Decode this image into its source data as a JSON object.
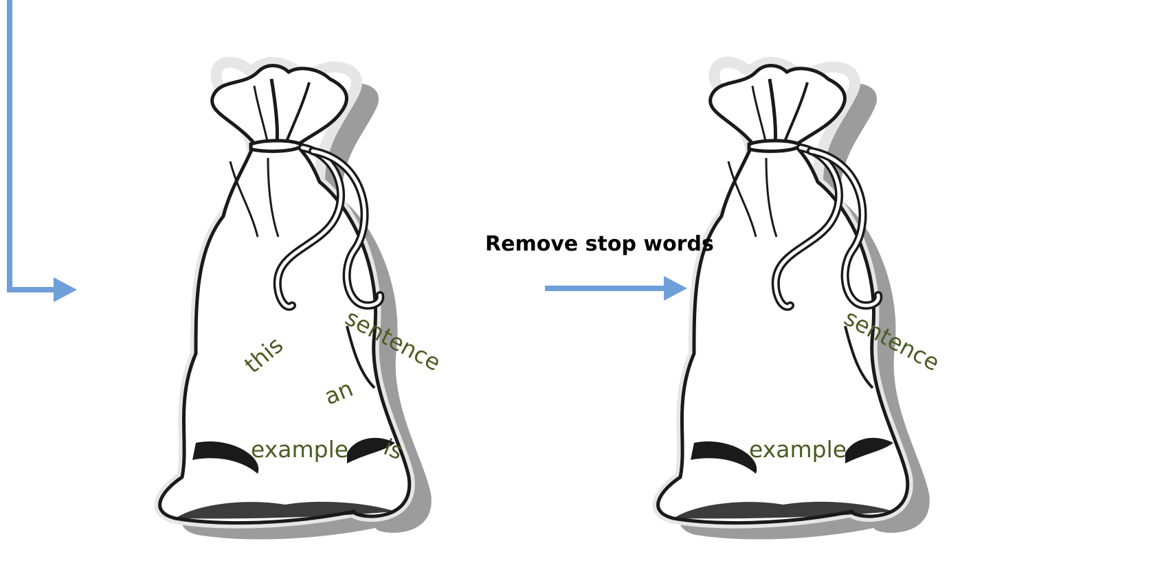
{
  "colors": {
    "arrow": "#6f9fd8",
    "word": "#4b5c23",
    "outline": "#1a1a1a",
    "shadow": "#9c9c9c"
  },
  "step_label": "Remove stop words",
  "bags": [
    {
      "name": "before",
      "words": [
        "this",
        "sentence",
        "an",
        "example",
        "is"
      ]
    },
    {
      "name": "after",
      "words": [
        "sentence",
        "example"
      ]
    }
  ]
}
